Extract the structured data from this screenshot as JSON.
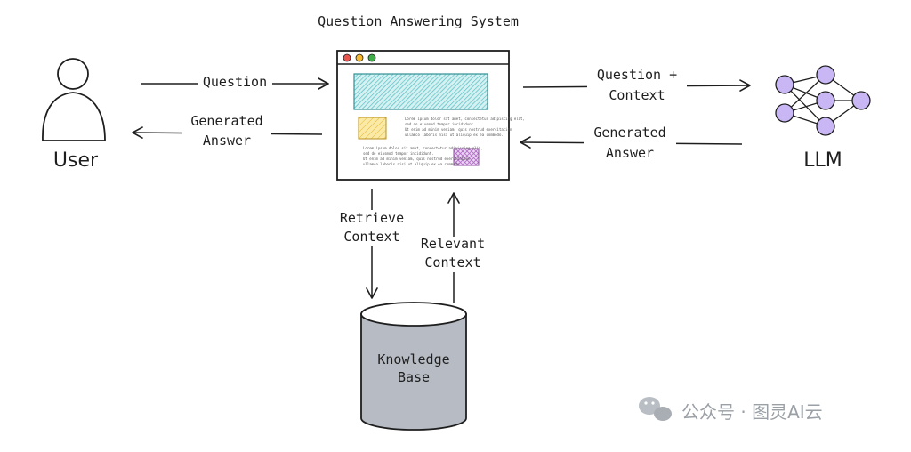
{
  "diagram": {
    "title": "Question Answering System",
    "user_label": "User",
    "llm_label": "LLM",
    "arrows": {
      "question": "Question",
      "generated_answer_left_line1": "Generated",
      "generated_answer_left_line2": "Answer",
      "question_context_line1": "Question +",
      "question_context_line2": "Context",
      "generated_answer_right_line1": "Generated",
      "generated_answer_right_line2": "Answer",
      "retrieve_context_line1": "Retrieve",
      "retrieve_context_line2": "Context",
      "relevant_context_line1": "Relevant",
      "relevant_context_line2": "Context"
    },
    "knowledge_base_line1": "Knowledge",
    "knowledge_base_line2": "Base",
    "placeholder_text": {
      "p1": "Lorem ipsum dolor sit amet, consectetur adipiscing elit,",
      "p2": "sed do eiusmod tempor incididunt.",
      "p3": "Ut enim ad minim veniam, quis nostrud exercitation",
      "p4": "ullamco laboris nisi ut aliquip ex ea commodo."
    },
    "colors": {
      "window_dot_red": "#e8544e",
      "window_dot_yellow": "#f5b82e",
      "window_dot_green": "#3fae49",
      "banner_hatch": "#5ac2c8",
      "yellow_box": "#f2d36b",
      "purple_box": "#b36fc8",
      "llm_nodes": "#c9b6f5",
      "knowledge_base": "#b7bcc4"
    }
  },
  "watermark": {
    "text": "公众号 · 图灵AI云"
  }
}
